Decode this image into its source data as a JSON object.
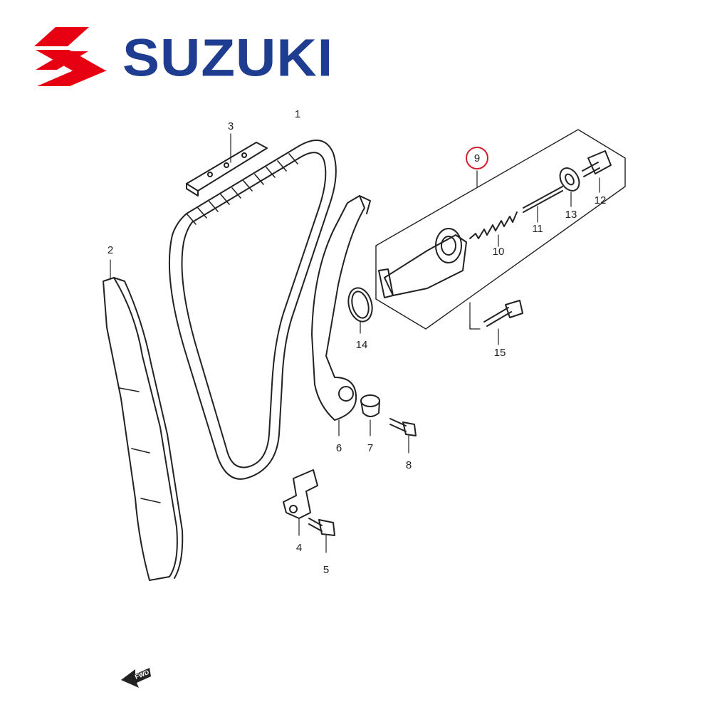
{
  "brand": {
    "name": "SUZUKI",
    "logo_color": "#e60012",
    "text_color": "#1e3d91"
  },
  "diagram": {
    "highlight_color": "#d0202e",
    "line_color": "#222222",
    "fwd_label": "FWD",
    "parts": [
      {
        "id": "1",
        "label": "1",
        "highlighted": false
      },
      {
        "id": "2",
        "label": "2",
        "highlighted": false
      },
      {
        "id": "3",
        "label": "3",
        "highlighted": false
      },
      {
        "id": "4",
        "label": "4",
        "highlighted": false
      },
      {
        "id": "5",
        "label": "5",
        "highlighted": false
      },
      {
        "id": "6",
        "label": "6",
        "highlighted": false
      },
      {
        "id": "7",
        "label": "7",
        "highlighted": false
      },
      {
        "id": "8",
        "label": "8",
        "highlighted": false
      },
      {
        "id": "9",
        "label": "9",
        "highlighted": true
      },
      {
        "id": "10",
        "label": "10",
        "highlighted": false
      },
      {
        "id": "11",
        "label": "11",
        "highlighted": false
      },
      {
        "id": "12",
        "label": "12",
        "highlighted": false
      },
      {
        "id": "13",
        "label": "13",
        "highlighted": false
      },
      {
        "id": "14",
        "label": "14",
        "highlighted": false
      },
      {
        "id": "15",
        "label": "15",
        "highlighted": false
      }
    ]
  }
}
